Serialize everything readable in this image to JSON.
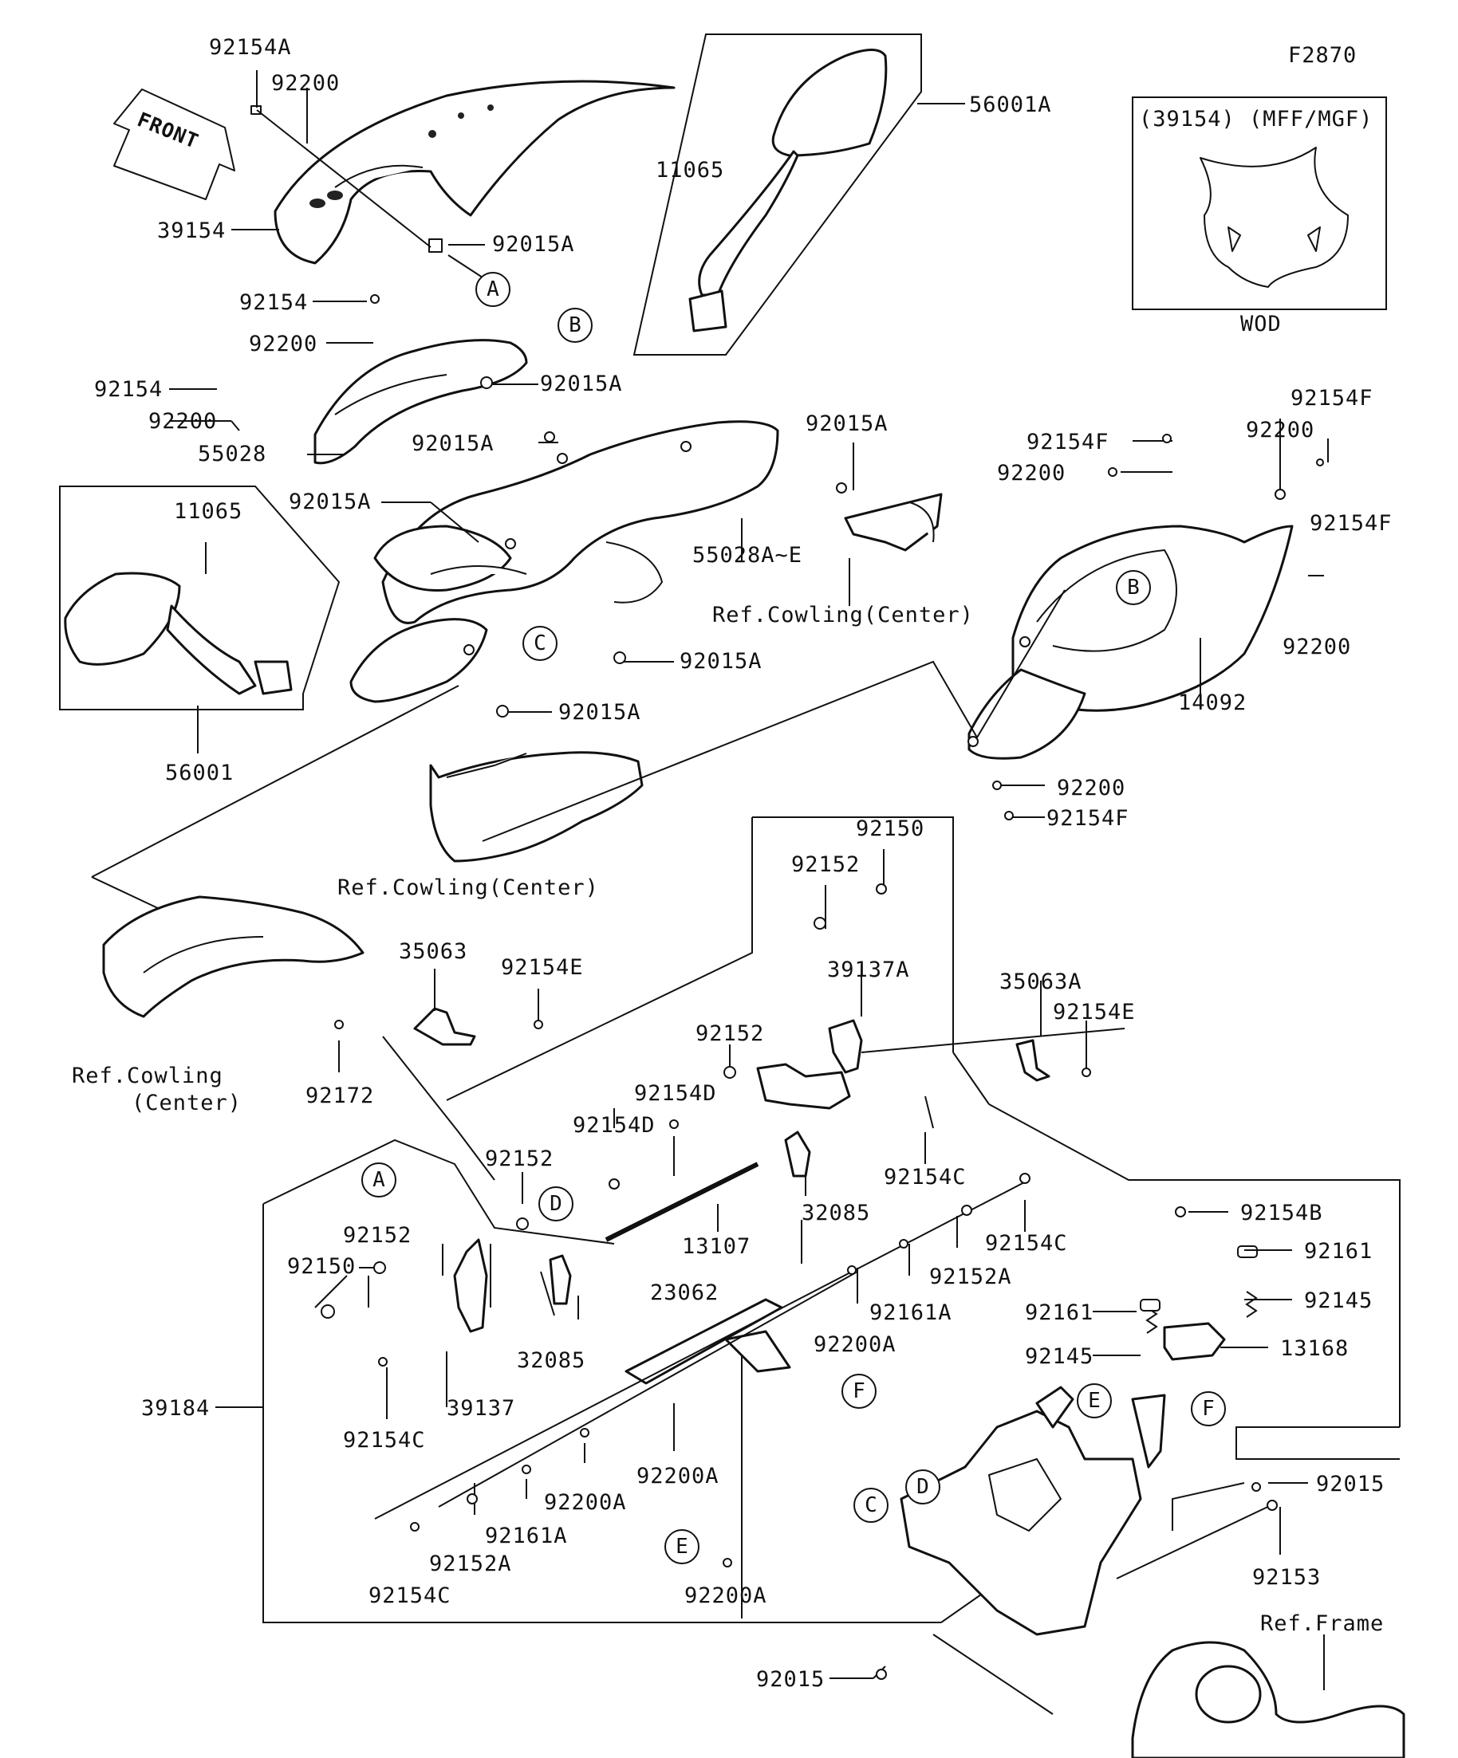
{
  "figure_code": "F2870",
  "front_arrow": "FRONT",
  "inset_wod": {
    "header": "(39154) (MFF/MGF)",
    "footer": "WOD"
  },
  "ref_labels": {
    "cowling_center_1": "Ref.Cowling(Center)",
    "cowling_center_2": "Ref.Cowling(Center)",
    "cowling_center_3_line1": "Ref.Cowling",
    "cowling_center_3_line2": "(Center)",
    "frame": "Ref.Frame"
  },
  "callouts": {
    "A1": "A",
    "B1": "B",
    "C1": "C",
    "B2": "B",
    "D1": "D",
    "A2": "A",
    "F1": "F",
    "E1": "E",
    "F2": "F",
    "D2": "D",
    "C2": "C",
    "E2": "E"
  },
  "parts": {
    "p92154A": "92154A",
    "p92200_a": "92200",
    "p39154": "39154",
    "p92015A_a": "92015A",
    "p92154_a": "92154",
    "p92200_b": "92200",
    "p92015A_b": "92015A",
    "p92154_b": "92154",
    "p92200_c": "92200",
    "p55028": "55028",
    "p92015A_c": "92015A",
    "p92015A_d": "92015A",
    "p11065_a": "11065",
    "p56001A": "56001A",
    "p11065_b": "11065",
    "p56001": "56001",
    "p92015A_e": "92015A",
    "p55028AE": "55028A~E",
    "p92015A_f": "92015A",
    "p92015A_g": "92015A",
    "p92154F_a": "92154F",
    "p92200_d": "92200",
    "p92200_e": "92200",
    "p92154F_b": "92154F",
    "p92154F_c": "92154F",
    "p92200_f": "92200",
    "p14092": "14092",
    "p92200_g": "92200",
    "p92154F_d": "92154F",
    "p92150_a": "92150",
    "p92152_a": "92152",
    "p39137A": "39137A",
    "p35063": "35063",
    "p92154E_a": "92154E",
    "p35063A": "35063A",
    "p92154E_b": "92154E",
    "p92172": "92172",
    "p92152_b": "92152",
    "p92154D_a": "92154D",
    "p92154D_b": "92154D",
    "p92152_c": "92152",
    "p92154C_a": "92154C",
    "p32085_a": "32085",
    "p13107": "13107",
    "p92154C_b": "92154C",
    "p92152A_a": "92152A",
    "p92161A_a": "92161A",
    "p92200A_a": "92200A",
    "p92152_d": "92152",
    "p92150_b": "92150",
    "p32085_b": "32085",
    "p23062": "23062",
    "p39137": "39137",
    "p39184": "39184",
    "p92154C_c": "92154C",
    "p92200A_b": "92200A",
    "p92200A_c": "92200A",
    "p92161A_b": "92161A",
    "p92152A_b": "92152A",
    "p92154C_d": "92154C",
    "p92200A_d": "92200A",
    "p92154B": "92154B",
    "p92161_a": "92161",
    "p92145_a": "92145",
    "p92161_b": "92161",
    "p92145_b": "92145",
    "p13168": "13168",
    "p92015_a": "92015",
    "p92153": "92153",
    "p92015_b": "92015"
  }
}
